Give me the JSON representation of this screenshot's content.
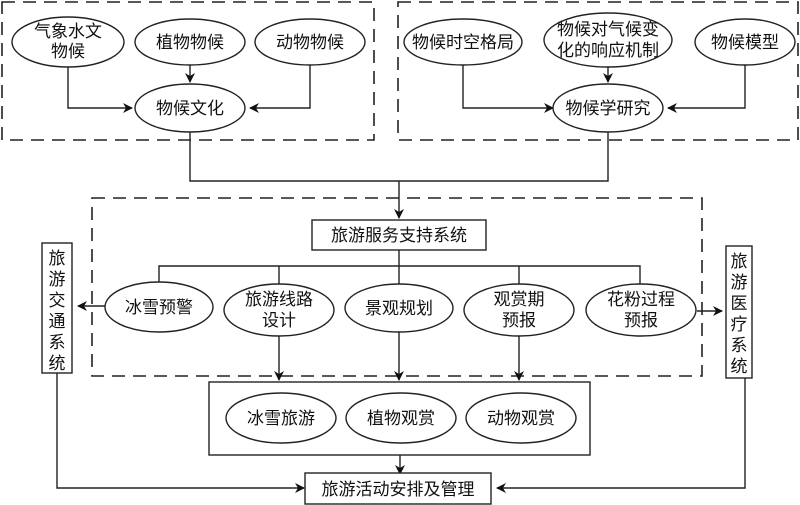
{
  "diagram": {
    "group_culture": {
      "inputs": [
        "气象水文\n物候",
        "植物物候",
        "动物物候"
      ],
      "output": "物候文化"
    },
    "group_research": {
      "inputs": [
        "物候时空格局",
        "物候对气候变\n化的响应机制",
        "物候模型"
      ],
      "output": "物候学研究"
    },
    "support_system": {
      "title": "旅游服务支持系统",
      "services": [
        "冰雪预警",
        "旅游线路\n设计",
        "景观规划",
        "观赏期\n预报",
        "花粉过程\n预报"
      ]
    },
    "side_systems": {
      "left": "旅游交通系统",
      "right": "旅游医疗系统"
    },
    "activities": [
      "冰雪旅游",
      "植物观赏",
      "动物观赏"
    ],
    "final": "旅游活动安排及管理"
  }
}
